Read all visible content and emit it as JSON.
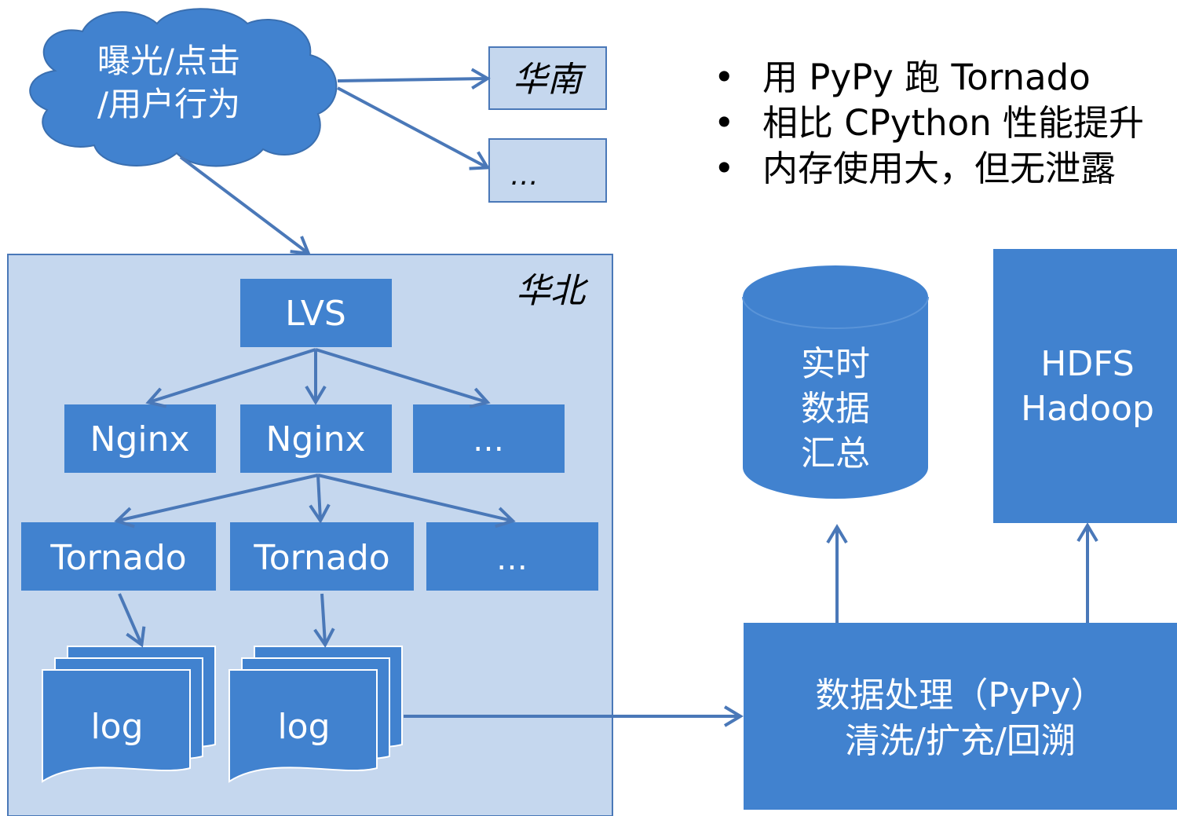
{
  "source": {
    "label": "曝光/点击\n/用户行为"
  },
  "regions": {
    "south": {
      "label": "华南"
    },
    "other": {
      "label": "…"
    },
    "north": {
      "label": "华北"
    }
  },
  "north_nodes": {
    "lvs": "LVS",
    "nginx": [
      "Nginx",
      "Nginx",
      "…"
    ],
    "tornado": [
      "Tornado",
      "Tornado",
      "…"
    ],
    "logs": [
      "log",
      "log"
    ]
  },
  "bullets": [
    "用 PyPy 跑 Tornado",
    "相比 CPython 性能提升",
    "内存使用大，但无泄露"
  ],
  "realtime_db": {
    "label": "实时\n数据\n汇总"
  },
  "hdfs": {
    "label": "HDFS\nHadoop"
  },
  "processing": {
    "label": "数据处理（PyPy）\n清洗/扩充/回溯"
  },
  "colors": {
    "node_fill": "#4182cf",
    "region_fill": "#c5d7ee",
    "arrow": "#4a78b8"
  }
}
